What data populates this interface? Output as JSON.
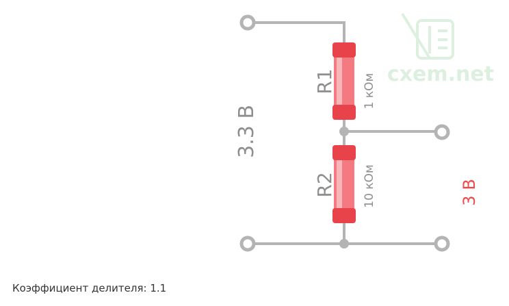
{
  "watermark": {
    "text": "cxem.net"
  },
  "resistors": [
    {
      "name": "R1",
      "value": "1 кОм"
    },
    {
      "name": "R2",
      "value": "10 кОм"
    }
  ],
  "input_voltage": "3.3 В",
  "output_voltage": "3 В",
  "footer": {
    "label": "Коэффициент делителя:",
    "value": "1.1"
  },
  "colors": {
    "wire": "#b4b4b4",
    "resistor": "#f37a80",
    "resistor_band": "#e8424b",
    "output": "#ee4a4a",
    "label": "#8e8e8e"
  }
}
